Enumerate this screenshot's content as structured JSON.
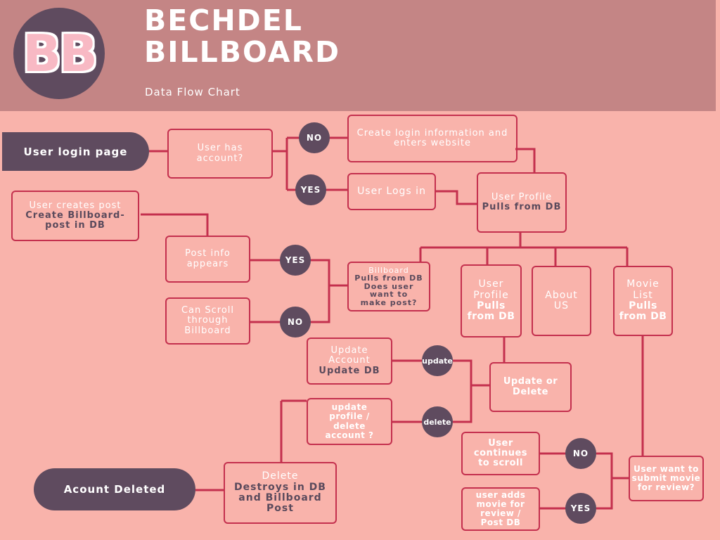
{
  "header": {
    "logo_text": "BB",
    "title_line1": "BECHDEL",
    "title_line2": "BILLBOARD",
    "subtitle": "Data Flow Chart"
  },
  "nodes": {
    "login_page": "User login page",
    "has_account": [
      "User has",
      "account?"
    ],
    "create_login": [
      "Create login information and",
      "enters website"
    ],
    "user_logs_in": "User Logs in",
    "profile_top": {
      "line1": "User Profile",
      "line2": "Pulls from DB"
    },
    "user_creates_post": {
      "line1": "User creates post",
      "line2": "Create Billboard-",
      "line3": "post in DB"
    },
    "post_info": [
      "Post info",
      "appears"
    ],
    "can_scroll": [
      "Can Scroll",
      "through",
      "Billboard"
    ],
    "billboard": {
      "line1": "Billboard",
      "line2": "Pulls from DB",
      "line3": "Does user",
      "line4": "want to",
      "line5": "make post?"
    },
    "profile_mid": {
      "line1": "User",
      "line2": "Profile",
      "line3": "Pulls",
      "line4": "from DB"
    },
    "about_us": [
      "About",
      "US"
    ],
    "movie_list": {
      "line1": "Movie",
      "line2": "List",
      "line3": "Pulls",
      "line4": "from DB"
    },
    "update_account": {
      "line1": "Update",
      "line2": "Account",
      "line3": "Update DB"
    },
    "update_or_delete": [
      "Update or",
      "Delete"
    ],
    "update_profile_delete": [
      "update",
      "profile /",
      "delete",
      "account ?"
    ],
    "user_continues": [
      "User",
      "continues",
      "to scroll"
    ],
    "user_adds_movie": [
      "user adds",
      "movie for",
      "review /",
      "Post DB"
    ],
    "submit_movie": [
      "User want to",
      "submit movie",
      "for review?"
    ],
    "delete_node": {
      "line1": "Delete",
      "line2": "Destroys in DB",
      "line3": "and Billboard",
      "line4": "Post"
    },
    "account_deleted": "Acount Deleted"
  },
  "decisions": {
    "no_top": "NO",
    "yes_top": "YES",
    "yes_mid": "YES",
    "no_mid": "NO",
    "update": "update",
    "delete": "delete",
    "no_bottom": "NO",
    "yes_bottom": "YES"
  },
  "colors": {
    "background": "#f9b3ab",
    "header": "#c48585",
    "node_dark": "#5f4b5f",
    "connector": "#c4304e",
    "logo_letters": "#f8b9c4"
  }
}
